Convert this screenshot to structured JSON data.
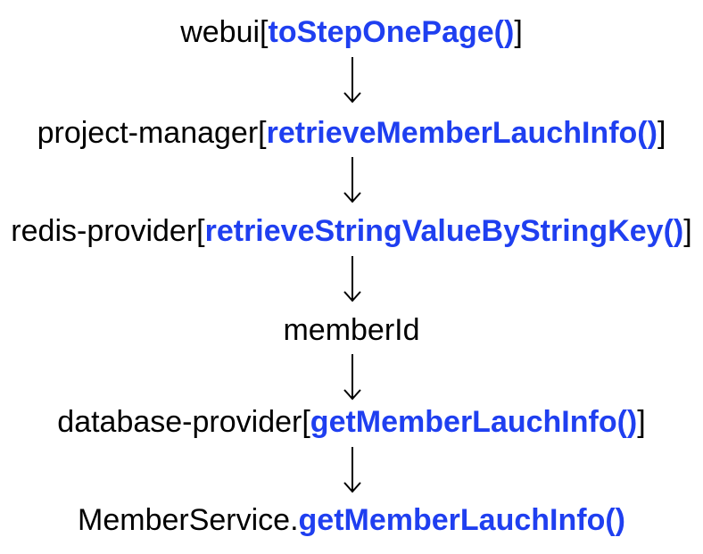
{
  "colors": {
    "text": "#000000",
    "function": "#1f3ff0",
    "arrow": "#000000"
  },
  "steps": [
    {
      "prefix": "webui[",
      "function": "toStepOnePage()",
      "suffix": "]"
    },
    {
      "prefix": "project-manager[",
      "function": "retrieveMemberLauchInfo()",
      "suffix": "]"
    },
    {
      "prefix": "redis-provider[",
      "function": "retrieveStringValueByStringKey()",
      "suffix": "]"
    },
    {
      "prefix": "memberId",
      "function": "",
      "suffix": ""
    },
    {
      "prefix": "database-provider[",
      "function": "getMemberLauchInfo()",
      "suffix": "]"
    },
    {
      "prefix": "MemberService.",
      "function": "getMemberLauchInfo()",
      "suffix": ""
    }
  ]
}
